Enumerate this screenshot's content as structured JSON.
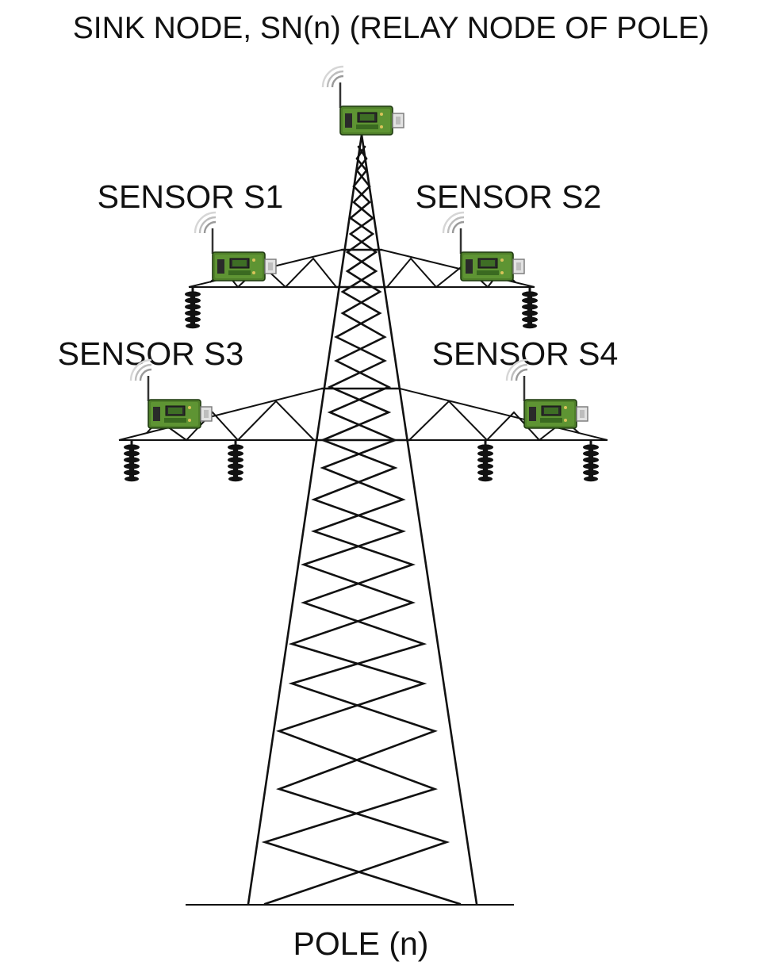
{
  "diagram": {
    "title": "SINK NODE, SN(n) (RELAY  NODE OF POLE)",
    "pole_label": "POLE (n)",
    "sink_node": {
      "icon": "sensor-node-icon"
    },
    "sensors": [
      {
        "id": "s1",
        "label": "SENSOR S1",
        "icon": "sensor-node-icon"
      },
      {
        "id": "s2",
        "label": "SENSOR S2",
        "icon": "sensor-node-icon"
      },
      {
        "id": "s3",
        "label": "SENSOR S3",
        "icon": "sensor-node-icon"
      },
      {
        "id": "s4",
        "label": "SENSOR S4",
        "icon": "sensor-node-icon"
      }
    ],
    "tower_icon": "transmission-tower-icon",
    "insulator_icon": "insulator-icon",
    "colors": {
      "line": "#111111",
      "board": "#4f7f2a",
      "board_dark": "#2f5418",
      "chip": "#222222",
      "usb": "#d8d8d8",
      "signal": "#8a8a8a",
      "background": "#ffffff"
    }
  }
}
